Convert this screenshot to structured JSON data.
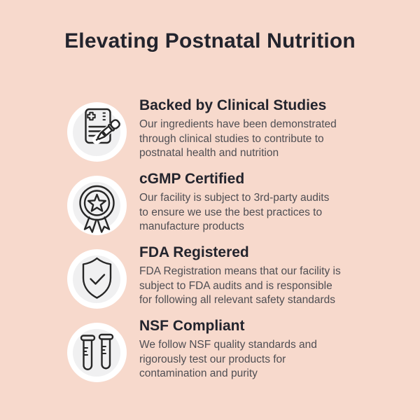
{
  "page": {
    "title": "Elevating Postnatal Nutrition"
  },
  "colors": {
    "background": "#F7D9CC",
    "heading": "#23242D",
    "body_text": "#4F4E53",
    "icon_stroke": "#262626",
    "badge_fill": "#FFFFFF",
    "badge_inner_fill": "#F0F0F1"
  },
  "features": [
    {
      "icon": "clipboard-dropper-icon",
      "heading": "Backed by Clinical Studies",
      "body_lines": [
        "Our ingredients have been demonstrated",
        "through clinical studies to contribute to",
        "postnatal health and nutrition"
      ]
    },
    {
      "icon": "medal-star-icon",
      "heading": "cGMP Certified",
      "body_lines": [
        "Our facility is subject to 3rd-party audits",
        "to ensure we use the best practices to",
        "manufacture products"
      ]
    },
    {
      "icon": "shield-check-icon",
      "heading": "FDA Registered",
      "body_lines": [
        "FDA Registration means that our facility is",
        "subject to FDA audits and is responsible",
        "for following all relevant safety standards"
      ]
    },
    {
      "icon": "test-tubes-icon",
      "heading": "NSF Compliant",
      "body_lines": [
        "We follow NSF quality standards and",
        "rigorously test our products for",
        "contamination and purity"
      ]
    }
  ]
}
